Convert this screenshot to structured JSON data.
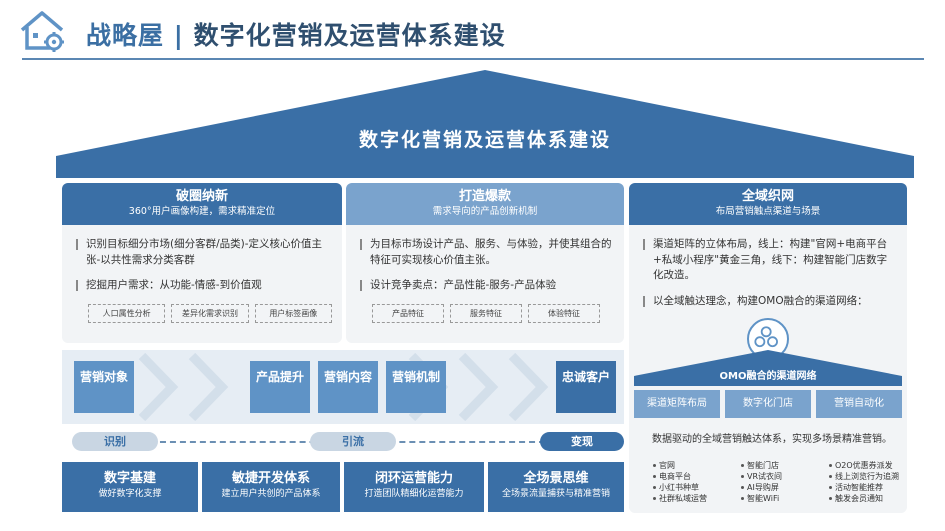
{
  "header": {
    "title_prefix": "战略屋",
    "title_sep": "|",
    "title_main": "数字化营销及运营体系建设"
  },
  "roof": {
    "title": "数字化营销及运营体系建设"
  },
  "pillars": [
    {
      "title": "破圈纳新",
      "subtitle": "360°用户画像构建，需求精准定位",
      "bullets": [
        "识别目标细分市场(细分客群/品类)-定义核心价值主张-以共性需求分类客群",
        "挖掘用户需求：从功能-情感-到价值观"
      ],
      "tags": [
        "人口属性分析",
        "差异化需求识别",
        "用户标签画像"
      ]
    },
    {
      "title": "打造爆款",
      "subtitle": "需求导向的产品创新机制",
      "bullets": [
        "为目标市场设计产品、服务、与体验，并使其组合的特征可实现核心价值主张。",
        "设计竞争卖点：产品性能-服务-产品体验"
      ],
      "tags": [
        "产品特征",
        "服务特征",
        "体验特征"
      ]
    },
    {
      "title": "全域织网",
      "subtitle": "布局营销触点渠道与场景",
      "bullets": [
        "渠道矩阵的立体布局，线上：构建\"官网+电商平台+私域小程序\"黄金三角，线下：构建智能门店数字化改造。",
        "以全域触达理念，构建OMO融合的渠道网络："
      ]
    }
  ],
  "process": {
    "steps": [
      "营销对象",
      "产品提升",
      "营销内容",
      "营销机制",
      "忠诚客户"
    ]
  },
  "timeline": {
    "stages": [
      "识别",
      "引流",
      "变现"
    ]
  },
  "foundation": [
    {
      "title": "数字基建",
      "subtitle": "做好数字化支撑"
    },
    {
      "title": "敏捷开发体系",
      "subtitle": "建立用户共创的产品体系"
    },
    {
      "title": "闭环运营能力",
      "subtitle": "打造团队精细化运营能力"
    },
    {
      "title": "全场景思维",
      "subtitle": "全场景流量捕获与精准营销"
    }
  ],
  "omo": {
    "title": "OMO融合的渠道网络",
    "boxes": [
      "渠道矩阵布局",
      "数字化门店",
      "营销自动化"
    ],
    "description": "数据驱动的全域营销触达体系，实现多场景精准营销。",
    "col1": [
      "官网",
      "电商平台",
      "小红书种草",
      "社群私域运营"
    ],
    "col2": [
      "智能门店",
      "VR试衣间",
      "AI导购屏",
      "智能WiFi"
    ],
    "col3": [
      "O2O优惠券派发",
      "线上浏览行为追溯",
      "活动智能推荐",
      "触发会员通知"
    ]
  },
  "colors": {
    "primary": "#3a6fa6",
    "light": "#7aa3cd",
    "accent": "#5f93c6",
    "bg": "#f2f4f6"
  }
}
